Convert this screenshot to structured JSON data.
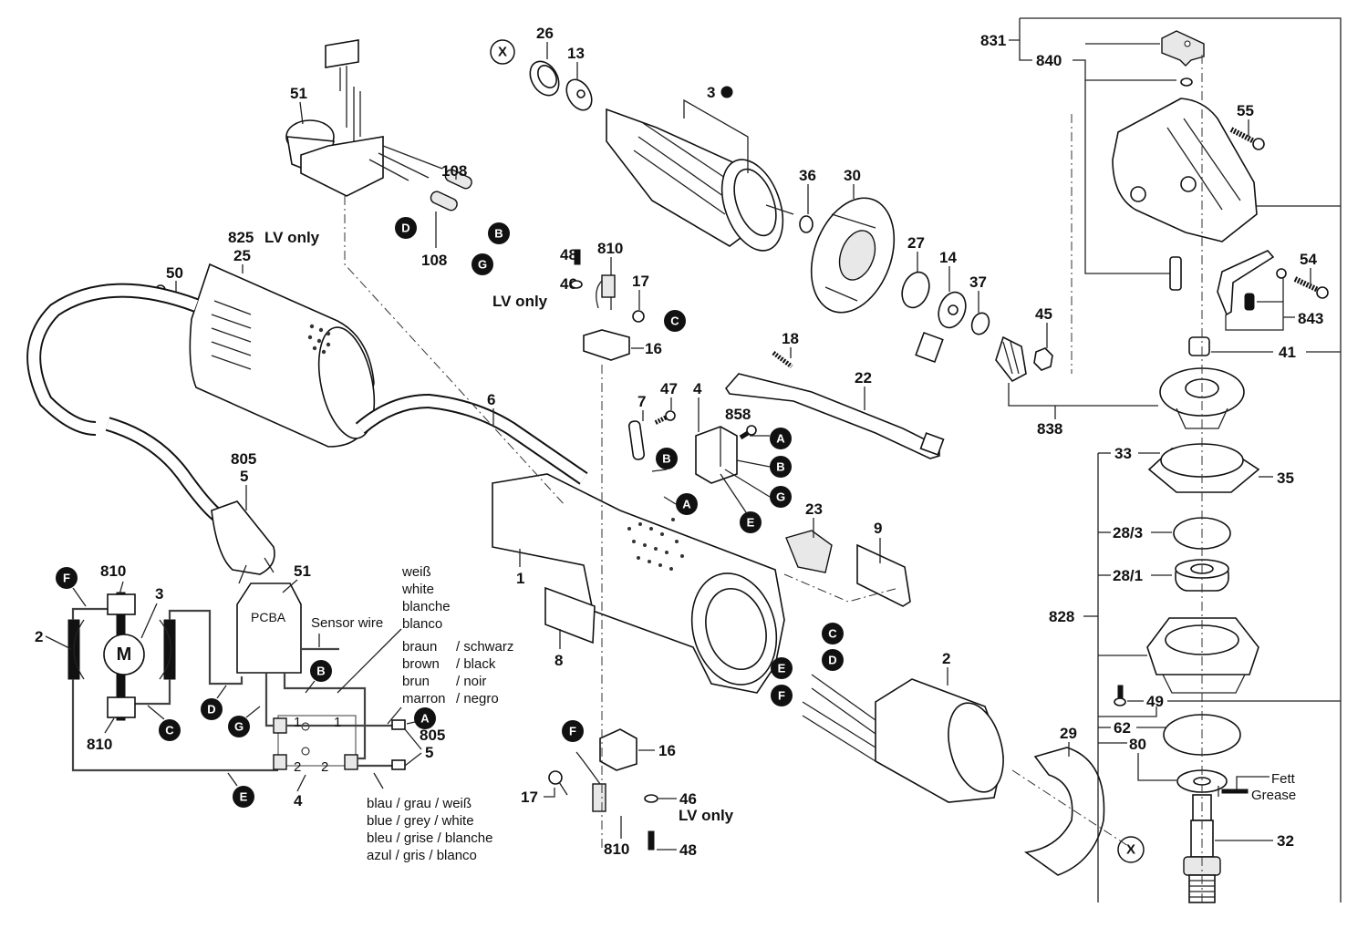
{
  "part_labels": {
    "p26": "26",
    "p13": "13",
    "p3": "3",
    "p51": "51",
    "p108a": "108",
    "p108b": "108",
    "p825": "825",
    "lv_only_825": "LV only",
    "p25": "25",
    "p50": "50",
    "p48a": "48",
    "p46a": "46",
    "lv_only_46a": "LV only",
    "p810a": "810",
    "p17a": "17",
    "p16a": "16",
    "p36": "36",
    "p30": "30",
    "p27": "27",
    "p14": "14",
    "p37": "37",
    "p45": "45",
    "p18": "18",
    "p22": "22",
    "p6": "6",
    "p7": "7",
    "p47": "47",
    "p4": "4",
    "p858": "858",
    "p805": "805",
    "p5": "5",
    "p1": "1",
    "p23": "23",
    "p9": "9",
    "p8": "8",
    "p2": "2",
    "p16b": "16",
    "p17b": "17",
    "p810b": "810",
    "p46b": "46",
    "lv_only_46b": "LV only",
    "p48b": "48",
    "p29": "29",
    "p831": "831",
    "p840": "840",
    "p55": "55",
    "p54": "54",
    "p843": "843",
    "p41": "41",
    "p838": "838",
    "p33": "33",
    "p35": "35",
    "p28_3": "28/3",
    "p28_1": "28/1",
    "p828": "828",
    "p49": "49",
    "p62": "62",
    "p80": "80",
    "p32": "32",
    "fett": "Fett",
    "grease": "Grease"
  },
  "connector_markers": {
    "X": "X",
    "A": "A",
    "B": "B",
    "C": "C",
    "D": "D",
    "E": "E",
    "F": "F",
    "G": "G"
  },
  "wiring": {
    "motor": "M",
    "pcba": "PCBA",
    "sensor_wire": "Sensor wire",
    "p2": "2",
    "p3": "3",
    "p810_top": "810",
    "p810_bottom": "810",
    "p51": "51",
    "p4": "4",
    "p805": "805",
    "p5": "5",
    "switch_1a": "1",
    "switch_1b": "1",
    "switch_2a": "2",
    "switch_2b": "2",
    "white_lines": [
      "weiß",
      "white",
      "blanche",
      "blanco"
    ],
    "brown_lines": [
      {
        "a": "braun",
        "b": "/ schwarz"
      },
      {
        "a": "brown",
        "b": "/ black"
      },
      {
        "a": "brun",
        "b": "/ noir"
      },
      {
        "a": "marron",
        "b": "/ negro"
      }
    ],
    "blue_lines": [
      "blau / grau / weiß",
      "blue / grey / white",
      "bleu / grise / blanche",
      "azul / gris   / blanco"
    ]
  }
}
